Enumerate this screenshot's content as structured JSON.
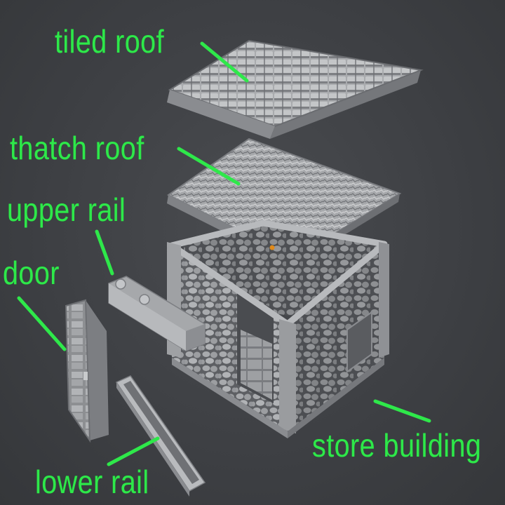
{
  "labels": {
    "tiled_roof": "tiled roof",
    "thatch_roof": "thatch roof",
    "upper_rail": "upper rail",
    "door": "door",
    "lower_rail": "lower rail",
    "store_building": "store building"
  },
  "colors": {
    "background": "#3d3f43",
    "label": "#2ee84a",
    "stone": "#a3a5a8",
    "stone_dark": "#6f7175",
    "marker": "#e08a1a"
  }
}
